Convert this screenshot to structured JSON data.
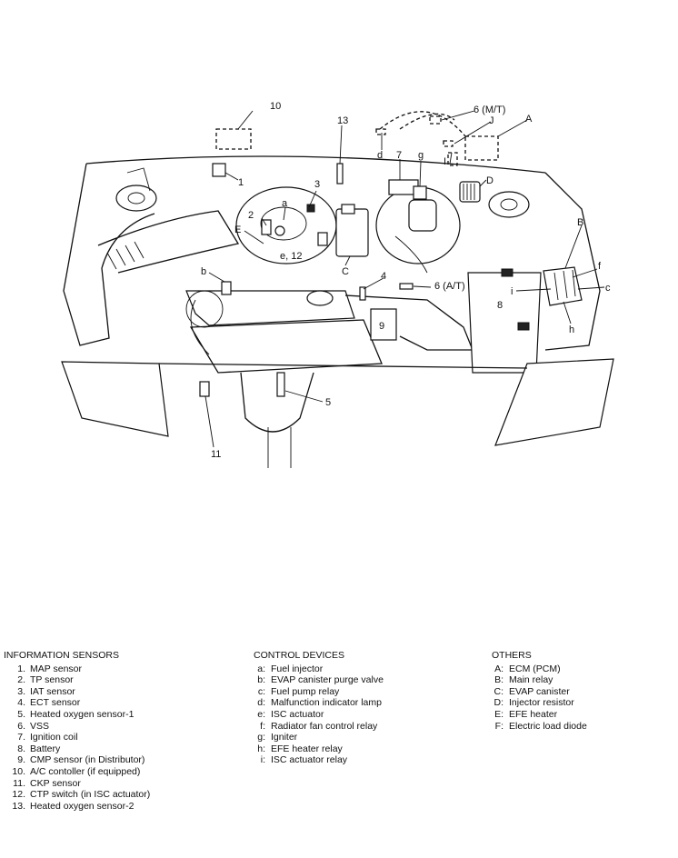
{
  "callouts": {
    "n1": "1",
    "n2": "2",
    "n3": "3",
    "n4": "4",
    "n5": "5",
    "n6mt": "6 (M/T)",
    "n6at": "6 (A/T)",
    "n7": "7",
    "n8": "8",
    "n9": "9",
    "n10": "10",
    "n11": "11",
    "n13": "13",
    "e12": "e, 12",
    "a": "a",
    "b": "b",
    "c": "c",
    "d": "d",
    "f": "f",
    "g": "g",
    "h": "h",
    "i": "i",
    "A": "A",
    "B": "B",
    "C": "C",
    "D": "D",
    "E": "E",
    "J": "J",
    "I": "I"
  },
  "legend": {
    "sensors": {
      "title": "INFORMATION SENSORS",
      "items": [
        {
          "key": "1.",
          "label": "MAP sensor"
        },
        {
          "key": "2.",
          "label": "TP sensor"
        },
        {
          "key": "3.",
          "label": "IAT sensor"
        },
        {
          "key": "4.",
          "label": "ECT sensor"
        },
        {
          "key": "5.",
          "label": "Heated oxygen sensor-1"
        },
        {
          "key": "6.",
          "label": "VSS"
        },
        {
          "key": "7.",
          "label": "Ignition coil"
        },
        {
          "key": "8.",
          "label": "Battery"
        },
        {
          "key": "9.",
          "label": "CMP sensor (in Distributor)"
        },
        {
          "key": "10.",
          "label": "A/C contoller (if equipped)"
        },
        {
          "key": "11.",
          "label": "CKP sensor"
        },
        {
          "key": "12.",
          "label": "CTP switch (in ISC actuator)"
        },
        {
          "key": "13.",
          "label": "Heated oxygen sensor-2"
        }
      ]
    },
    "devices": {
      "title": "CONTROL DEVICES",
      "items": [
        {
          "key": "a:",
          "label": "Fuel injector"
        },
        {
          "key": "b:",
          "label": "EVAP canister purge valve"
        },
        {
          "key": "c:",
          "label": "Fuel pump relay"
        },
        {
          "key": "d:",
          "label": "Malfunction indicator lamp"
        },
        {
          "key": "e:",
          "label": "ISC actuator"
        },
        {
          "key": "f:",
          "label": "Radiator fan control relay"
        },
        {
          "key": "g:",
          "label": "Igniter"
        },
        {
          "key": "h:",
          "label": "EFE heater relay"
        },
        {
          "key": "i:",
          "label": "ISC actuator relay"
        }
      ]
    },
    "others": {
      "title": "OTHERS",
      "items": [
        {
          "key": "A:",
          "label": "ECM (PCM)"
        },
        {
          "key": "B:",
          "label": "Main relay"
        },
        {
          "key": "C:",
          "label": "EVAP canister"
        },
        {
          "key": "D:",
          "label": "Injector resistor"
        },
        {
          "key": "E:",
          "label": "EFE heater"
        },
        {
          "key": "F:",
          "label": "Electric load diode"
        }
      ]
    }
  }
}
